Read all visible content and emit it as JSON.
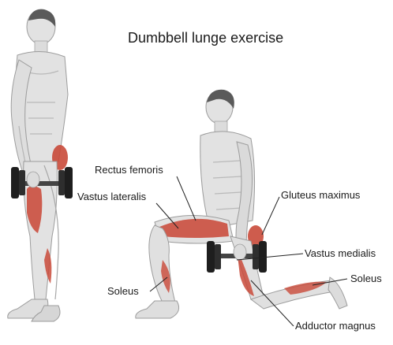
{
  "title": "Dumbbell lunge exercise",
  "labels": {
    "rectus_femoris": "Rectus femoris",
    "vastus_lateralis": "Vastus lateralis",
    "gluteus_maximus": "Gluteus maximus",
    "vastus_medialis": "Vastus medialis",
    "soleus_left": "Soleus",
    "soleus_right": "Soleus",
    "adductor_magnus": "Adductor magnus"
  },
  "colors": {
    "skin": "#e2e2e2",
    "skin_shade": "#b9b9b9",
    "muscle_highlight": "#c94a3a",
    "dumbbell": "#1e1e1e",
    "hair": "#5a5a5a",
    "leader_line": "#222222"
  }
}
